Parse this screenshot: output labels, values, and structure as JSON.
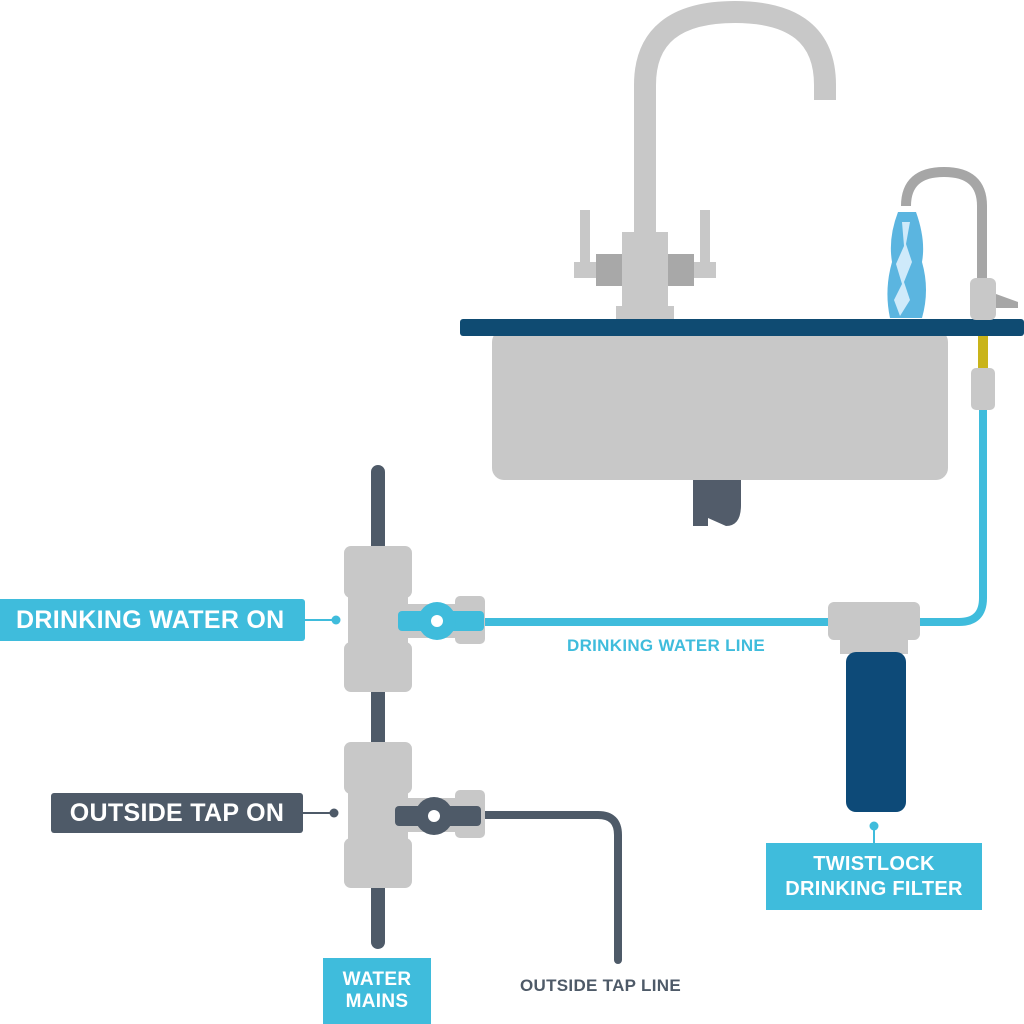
{
  "labels": {
    "drinking_water_on": "DRINKING WATER ON",
    "outside_tap_on": "OUTSIDE TAP ON",
    "water_mains_line1": "WATER",
    "water_mains_line2": "MAINS",
    "drinking_water_line": "DRINKING WATER LINE",
    "outside_tap_line": "OUTSIDE TAP LINE",
    "twistlock_line1": "TWISTLOCK",
    "twistlock_line2": "DRINKING FILTER"
  },
  "colors": {
    "drinking_blue": "#3fbcdc",
    "dark_slate": "#4e5a68",
    "fixture_grey": "#c8c8c8",
    "counter_navy": "#0f4b72",
    "filter_navy": "#0d4a78",
    "braided_hose": "#c9b41a"
  }
}
